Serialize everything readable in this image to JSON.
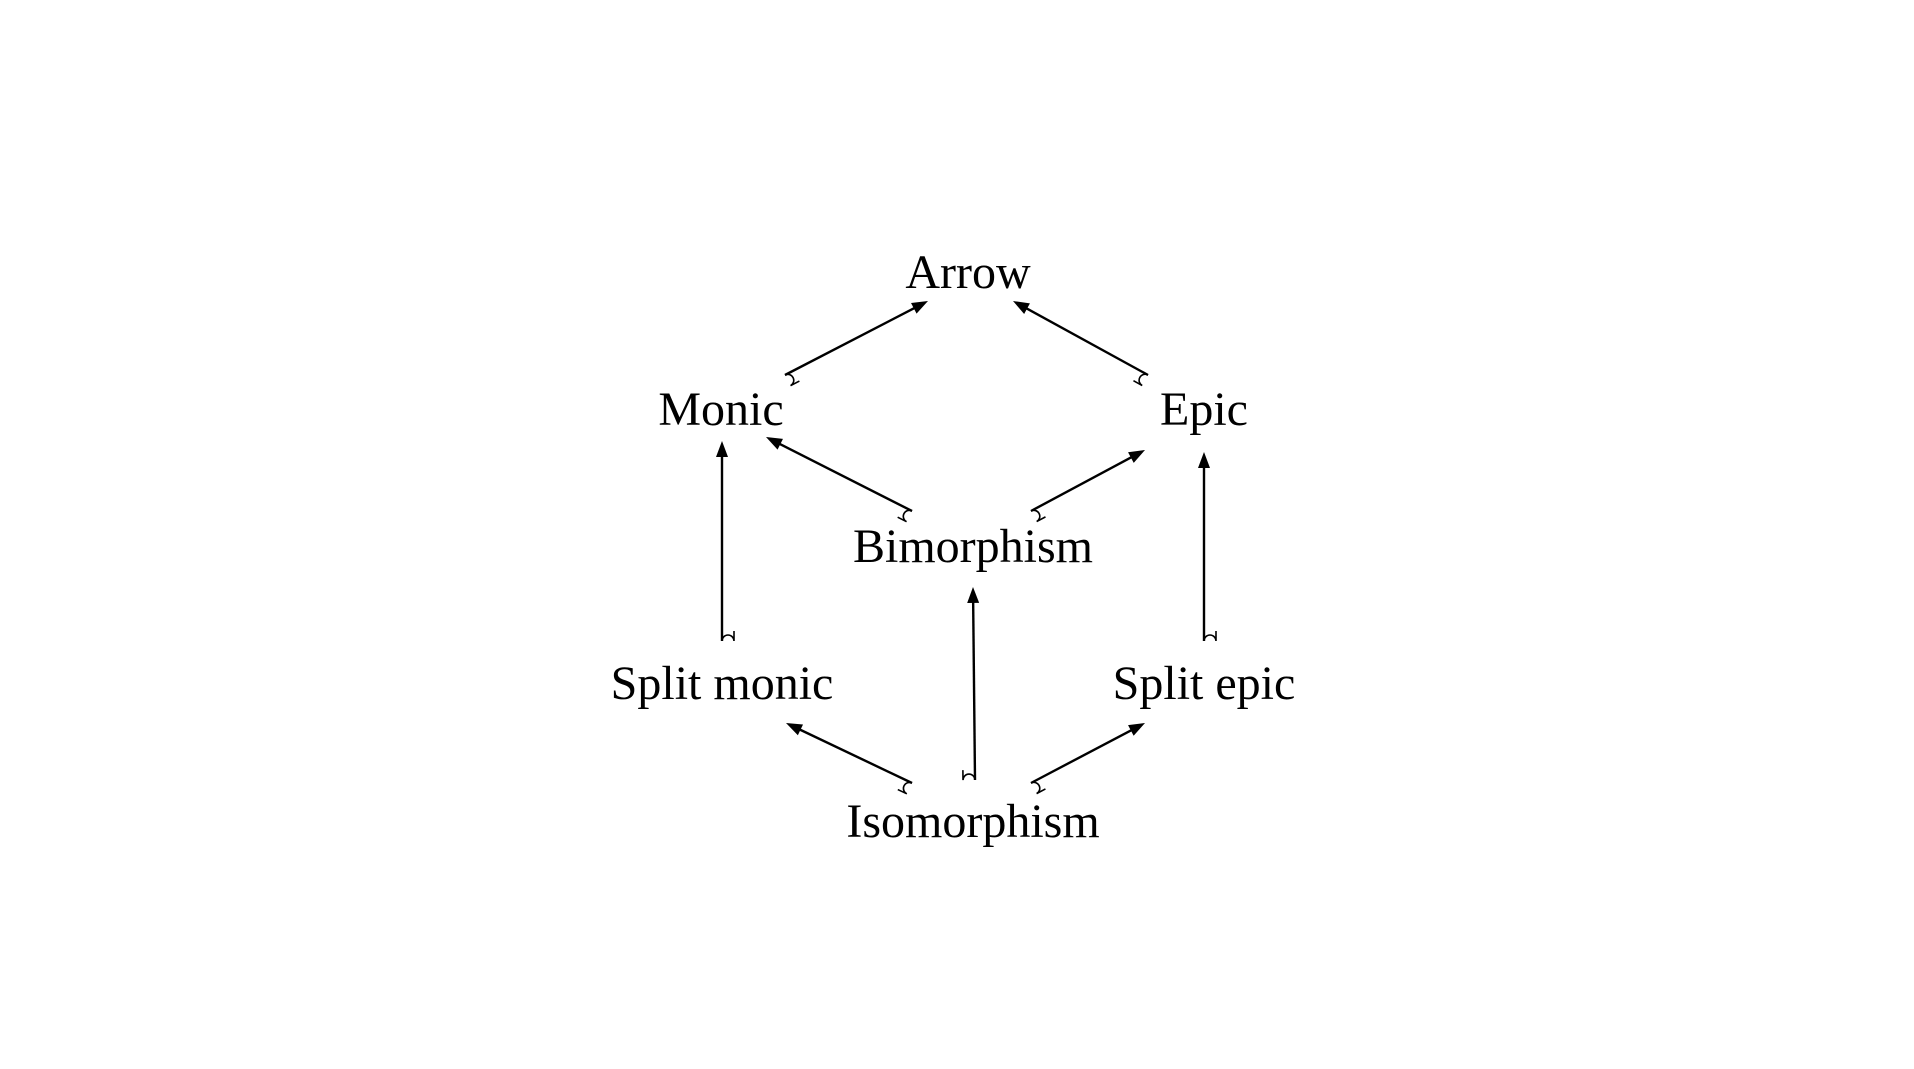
{
  "diagram": {
    "colors": {
      "ink": "#000000",
      "background": "#ffffff"
    },
    "nodes": [
      {
        "id": "arrow",
        "label": "Arrow"
      },
      {
        "id": "monic",
        "label": "Monic"
      },
      {
        "id": "epic",
        "label": "Epic"
      },
      {
        "id": "bimorphism",
        "label": "Bimorphism"
      },
      {
        "id": "split_monic",
        "label": "Split monic"
      },
      {
        "id": "split_epic",
        "label": "Split epic"
      },
      {
        "id": "isomorphism",
        "label": "Isomorphism"
      }
    ],
    "edges": [
      {
        "from": "monic",
        "to": "arrow",
        "style": "hook"
      },
      {
        "from": "epic",
        "to": "arrow",
        "style": "hook"
      },
      {
        "from": "bimorphism",
        "to": "monic",
        "style": "hook"
      },
      {
        "from": "bimorphism",
        "to": "epic",
        "style": "hook"
      },
      {
        "from": "split_monic",
        "to": "monic",
        "style": "hook"
      },
      {
        "from": "split_epic",
        "to": "epic",
        "style": "hook"
      },
      {
        "from": "isomorphism",
        "to": "split_monic",
        "style": "hook"
      },
      {
        "from": "isomorphism",
        "to": "bimorphism",
        "style": "hook"
      },
      {
        "from": "isomorphism",
        "to": "split_epic",
        "style": "hook"
      }
    ]
  }
}
